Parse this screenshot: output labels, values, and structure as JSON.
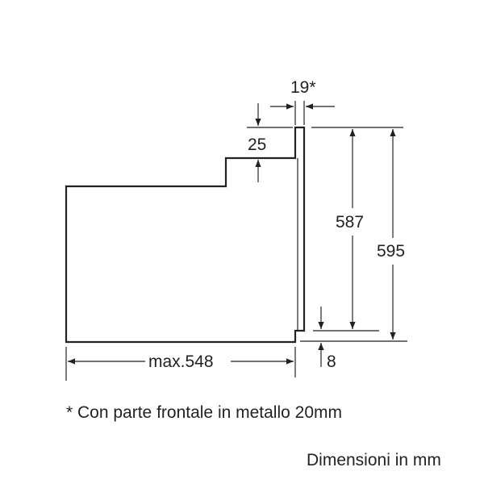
{
  "diagram": {
    "type": "technical-dimension-drawing",
    "subject": "built-in oven side view",
    "units": "mm",
    "dimensions": {
      "front_thickness": {
        "label": "19*",
        "value": 19
      },
      "top_step": {
        "label": "25",
        "value": 25
      },
      "inner_height": {
        "label": "587",
        "value": 587
      },
      "total_height": {
        "label": "595",
        "value": 595
      },
      "bottom_offset": {
        "label": "8",
        "value": 8
      },
      "depth": {
        "label": "max.548",
        "value": 548
      }
    },
    "footnote": "* Con parte frontale in metallo 20mm",
    "units_caption": "Dimensioni in mm",
    "colors": {
      "outline": "#222222",
      "dimension_line": "#444444",
      "background": "#ffffff"
    }
  }
}
